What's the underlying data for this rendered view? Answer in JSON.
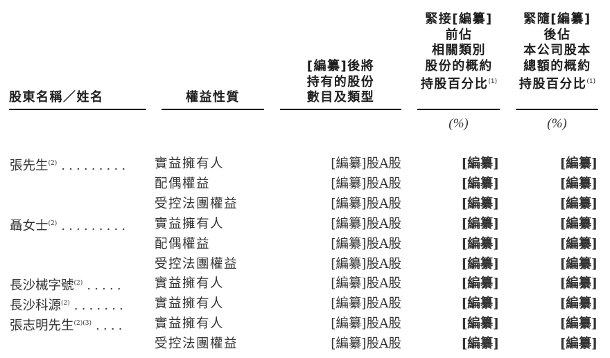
{
  "table": {
    "headers": [
      {
        "lines": [
          "股東名稱／姓名"
        ],
        "note": ""
      },
      {
        "lines": [
          "權益性質"
        ],
        "note": ""
      },
      {
        "lines": [
          "[編纂]後將",
          "持有的股份",
          "數目及類型"
        ],
        "note": ""
      },
      {
        "lines": [
          "緊接[編纂]",
          "前佔",
          "相關類別",
          "股份的概約",
          "持股百分比"
        ],
        "note": "(1)"
      },
      {
        "lines": [
          "緊隨[編纂]",
          "後佔",
          "本公司股本",
          "總額的概約",
          "持股百分比"
        ],
        "note": "(1)"
      }
    ],
    "units": {
      "pct_before": "(%)",
      "pct_after": "(%)"
    },
    "rows": [
      {
        "name": "張先生",
        "note": "(2)",
        "dots": ".........",
        "nature": "實益擁有人",
        "shares": "[編纂]股A股",
        "pct_before": "[編纂]",
        "pct_after": "[編纂]"
      },
      {
        "name": "",
        "note": "",
        "dots": "",
        "nature": "配偶權益",
        "shares": "[編纂]股A股",
        "pct_before": "[編纂]",
        "pct_after": "[編纂]"
      },
      {
        "name": "",
        "note": "",
        "dots": "",
        "nature": "受控法團權益",
        "shares": "[編纂]股A股",
        "pct_before": "[編纂]",
        "pct_after": "[編纂]"
      },
      {
        "name": "聶女士",
        "note": "(2)",
        "dots": ".........",
        "nature": "實益擁有人",
        "shares": "[編纂]股A股",
        "pct_before": "[編纂]",
        "pct_after": "[編纂]"
      },
      {
        "name": "",
        "note": "",
        "dots": "",
        "nature": "配偶權益",
        "shares": "[編纂]股A股",
        "pct_before": "[編纂]",
        "pct_after": "[編纂]"
      },
      {
        "name": "",
        "note": "",
        "dots": "",
        "nature": "受控法團權益",
        "shares": "[編纂]股A股",
        "pct_before": "[編纂]",
        "pct_after": "[編纂]"
      },
      {
        "name": "長沙械字號",
        "note": "(2)",
        "dots": ".....",
        "nature": "實益擁有人",
        "shares": "[編纂]股A股",
        "pct_before": "[編纂]",
        "pct_after": "[編纂]"
      },
      {
        "name": "長沙科源",
        "note": "(2)",
        "dots": ".......",
        "nature": "實益擁有人",
        "shares": "[編纂]股A股",
        "pct_before": "[編纂]",
        "pct_after": "[編纂]"
      },
      {
        "name": "張志明先生",
        "note": "(2)(3)",
        "dots": "....",
        "nature": "實益擁有人",
        "shares": "[編纂]股A股",
        "pct_before": "[編纂]",
        "pct_after": "[編纂]"
      },
      {
        "name": "",
        "note": "",
        "dots": "",
        "nature": "受控法團權益",
        "shares": "[編纂]股A股",
        "pct_before": "[編纂]",
        "pct_after": "[編纂]"
      }
    ]
  }
}
